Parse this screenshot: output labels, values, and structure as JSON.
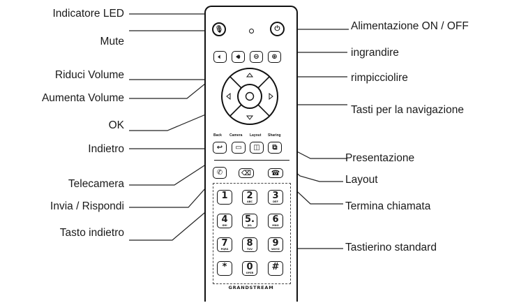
{
  "labels": {
    "led": "Indicatore LED",
    "mute": "Mute",
    "vol_down": "Riduci Volume",
    "vol_up": "Aumenta Volume",
    "ok": "OK",
    "back": "Indietro",
    "camera": "Telecamera",
    "send_answer": "Invia / Rispondi",
    "backspace": "Tasto indietro",
    "power": "Alimentazione ON / OFF",
    "zoom_in": "ingrandire",
    "zoom_out": "rimpicciolire",
    "nav": "Tasti per la navigazione",
    "presentation": "Presentazione",
    "layout": "Layout",
    "end_call": "Termina chiamata",
    "keypad": "Tastierino standard"
  },
  "remote": {
    "fn_labels": [
      "Back",
      "Camera",
      "Layout",
      "Sharing"
    ],
    "ok_glyph": "○",
    "keys": [
      {
        "digit": "1",
        "sub": ""
      },
      {
        "digit": "2",
        "sub": "ABC"
      },
      {
        "digit": "3",
        "sub": "DEF"
      },
      {
        "digit": "4",
        "sub": "GHI"
      },
      {
        "digit": "5.",
        "sub": "JKL"
      },
      {
        "digit": "6",
        "sub": "MNO"
      },
      {
        "digit": "7",
        "sub": "PQRS"
      },
      {
        "digit": "8",
        "sub": "TUV"
      },
      {
        "digit": "9",
        "sub": "WXYZ"
      },
      {
        "digit": "*",
        "sub": ""
      },
      {
        "digit": "0",
        "sub": "OPER"
      },
      {
        "digit": "#",
        "sub": ""
      }
    ],
    "brand": "GRANDSTREAM"
  }
}
